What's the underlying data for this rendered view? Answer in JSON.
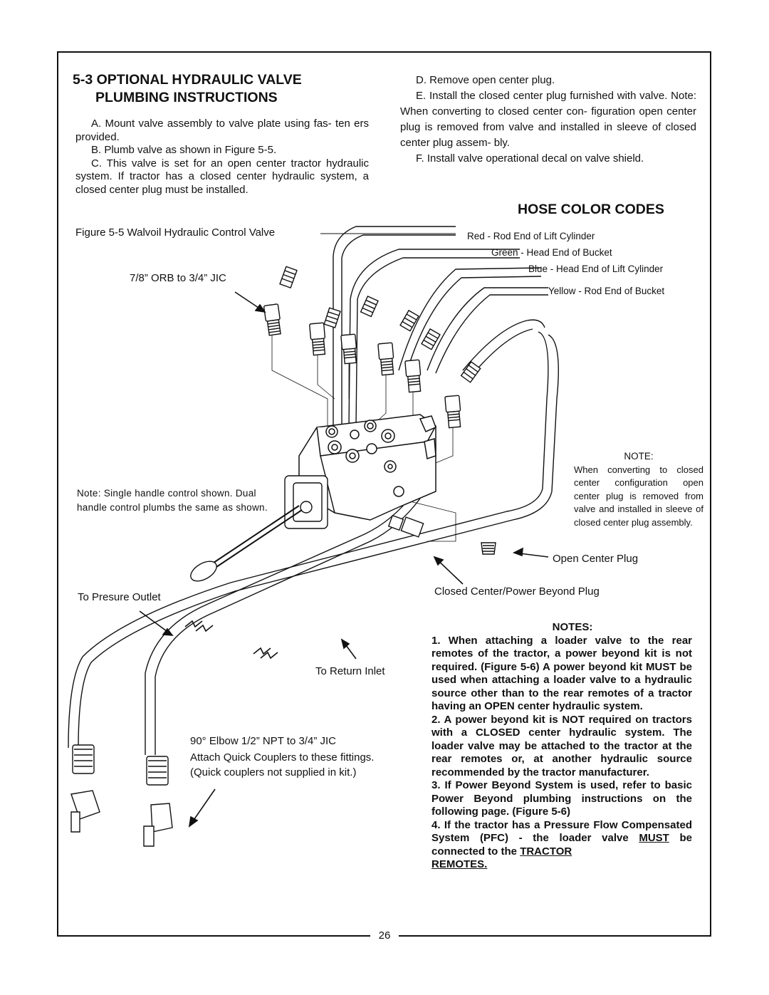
{
  "section": {
    "number": "5-3",
    "title_line1": "OPTIONAL HYDRAULIC VALVE",
    "title_line2": "PLUMBING INSTRUCTIONS"
  },
  "steps_left": {
    "a": "A. Mount valve assembly to valve plate using fas- ten ers provided.",
    "b": "B. Plumb valve as shown in Figure 5-5.",
    "c": "C. This valve is set for an open center tractor hydraulic system. If tractor has a closed center hydraulic system, a closed center plug must be installed."
  },
  "steps_right": {
    "d": "D. Remove open center plug.",
    "e": "E. Install the closed center plug furnished with valve. Note: When converting to closed center con- figuration open center plug is removed from valve and installed in sleeve of closed center plug assem- bly.",
    "f": "F. Install valve operational decal on valve shield."
  },
  "hose_color_codes": {
    "title": "HOSE COLOR CODES",
    "red": "Red - Rod End of Lift Cylinder",
    "green": "Green - Head End of Bucket",
    "blue": "Blue - Head End of Lift Cylinder",
    "yellow": "Yellow - Rod End of Bucket"
  },
  "figure": {
    "caption": "Figure 5-5  Walvoil Hydraulic Control Valve",
    "fitting_label": "7/8” ORB to 3/4” JIC",
    "single_handle_note": "Note: Single handle control shown. Dual handle control plumbs the same as shown.",
    "open_center_plug": "Open Center Plug",
    "closed_center_plug": "Closed Center/Power Beyond Plug",
    "pressure_outlet": "To Presure Outlet",
    "return_inlet": "To Return Inlet",
    "elbow_line1": "90° Elbow 1/2” NPT to 3/4” JIC",
    "elbow_line2": "Attach Quick Couplers to these fittings.",
    "elbow_line3": "(Quick couplers not supplied in kit.)"
  },
  "side_note": {
    "heading": "NOTE:",
    "text": "When converting to closed center configuration open center plug is removed from valve and installed in sleeve of closed center plug assembly."
  },
  "notes": {
    "title": "NOTES:",
    "n1": "1. When attaching a loader valve to the rear remotes of the tractor, a power beyond kit is not required. (Figure 5-6) A power beyond kit MUST be used when attaching a loader valve to a hydraulic source other than to the rear remotes of a tractor having an OPEN center hydraulic system.",
    "n2": "2. A power beyond kit is NOT required on tractors with a CLOSED center hydraulic system. The loader valve may be attached to the tractor at the rear remotes or, at another hydraulic source recommended by the tractor manufacturer.",
    "n3": "3. If Power Beyond System is used, refer to basic Power Beyond plumbing instructions on the following page. (Figure 5-6)",
    "n4_a": "4. If the tractor has a Pressure Flow Compensated System (PFC) - the loader valve ",
    "n4_must": "MUST",
    "n4_b": " be connected to the ",
    "n4_tractor": "TRACTOR",
    "n4_remotes": "REMOTES."
  },
  "page_number": "26"
}
